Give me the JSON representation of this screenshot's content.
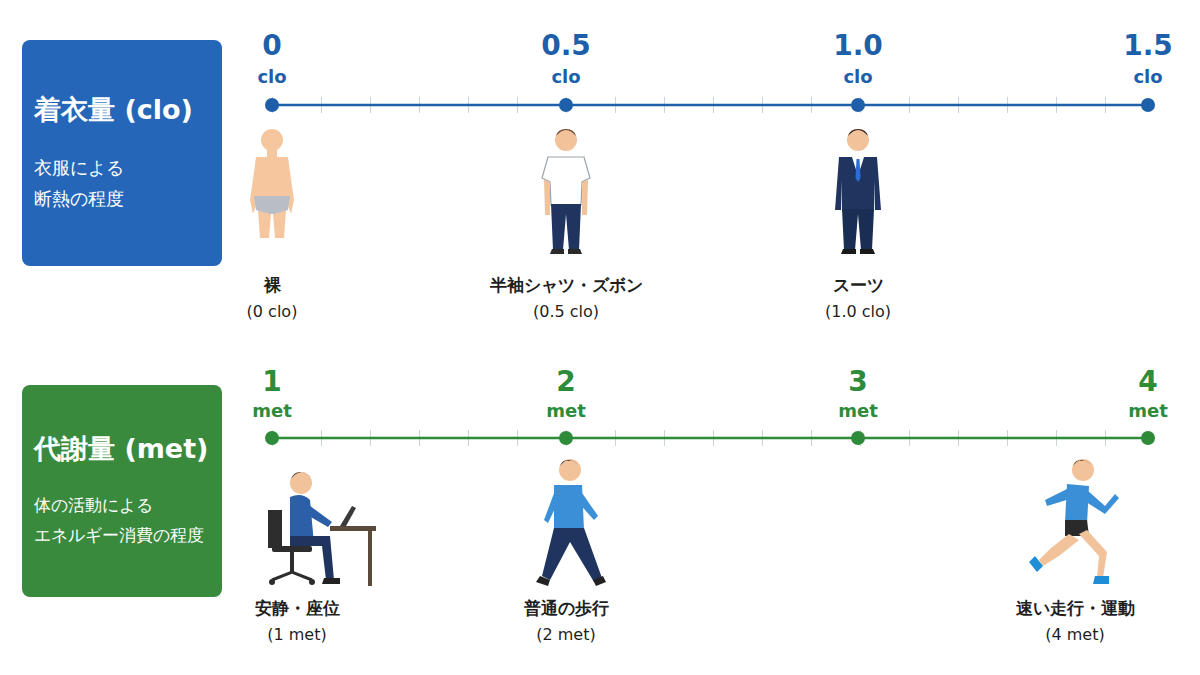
{
  "diagram": {
    "nodes": [
      {
        "text": [
          "着衣量 (clo)",
          "衣服による 断熱の程度"
        ]
      },
      {
        "text": [
          "代謝量 (met)",
          "体の活動による エネルギー消費の程度"
        ]
      }
    ],
    "labels": [
      "0",
      "clo",
      "0.5",
      "clo",
      "1.0",
      "clo",
      "1.5",
      "clo",
      "裸",
      "(0 clo)",
      "半袖シャツ・ズボン",
      "(0.5 clo)",
      "スーツ",
      "(1.0 clo)",
      "1",
      "met",
      "2",
      "met",
      "3",
      "met",
      "4",
      "met",
      "安静・座位",
      "(1 met)",
      "普通の歩行",
      "(2 met)",
      "速い走行・運動",
      "(4 met)"
    ]
  }
}
